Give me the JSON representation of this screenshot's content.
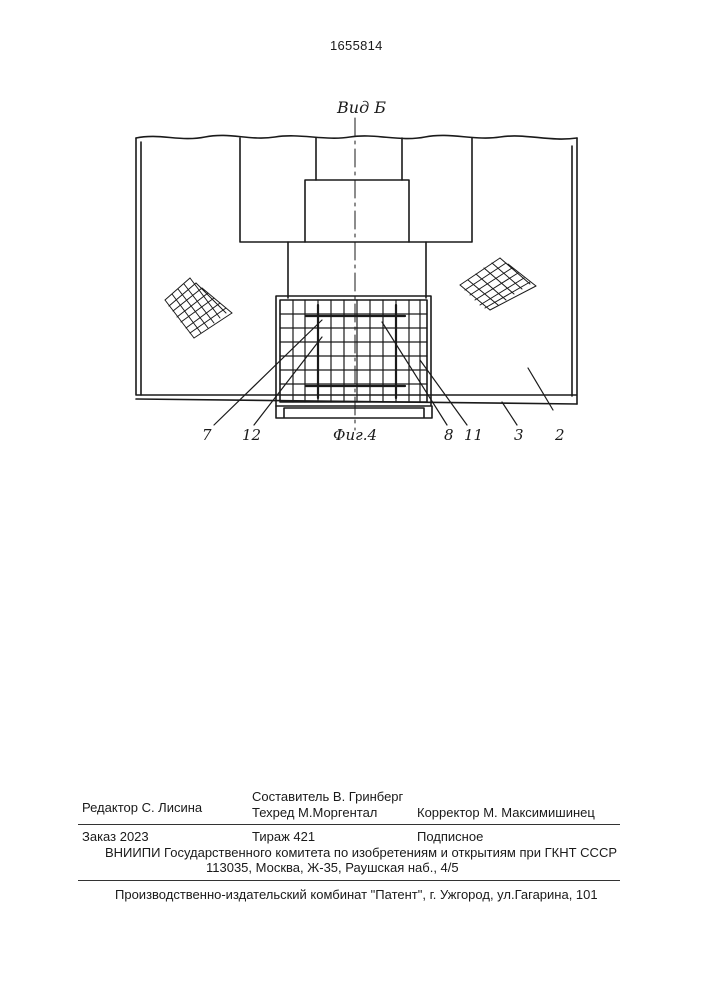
{
  "patent_number": "1655814",
  "drawing": {
    "view_title": "Вид Б",
    "figure_label": "Фиг.4",
    "callouts": [
      "7",
      "12",
      "8",
      "11",
      "3",
      "2"
    ]
  },
  "footer": {
    "editor": "Редактор С. Лисина",
    "compiler": "Составитель В. Гринберг",
    "techred": "Техред М.Моргентал",
    "corrector": "Корректор М. Максимишинец",
    "order": "Заказ 2023",
    "circulation": "Тираж 421",
    "subscription": "Подписное",
    "org_line1": "ВНИИПИ Государственного комитета по изобретениям и открытиям при ГКНТ СССР",
    "org_line2": "113035, Москва, Ж-35, Раушская наб., 4/5",
    "printer": "Производственно-издательский комбинат \"Патент\", г. Ужгород, ул.Гагарина, 101"
  }
}
